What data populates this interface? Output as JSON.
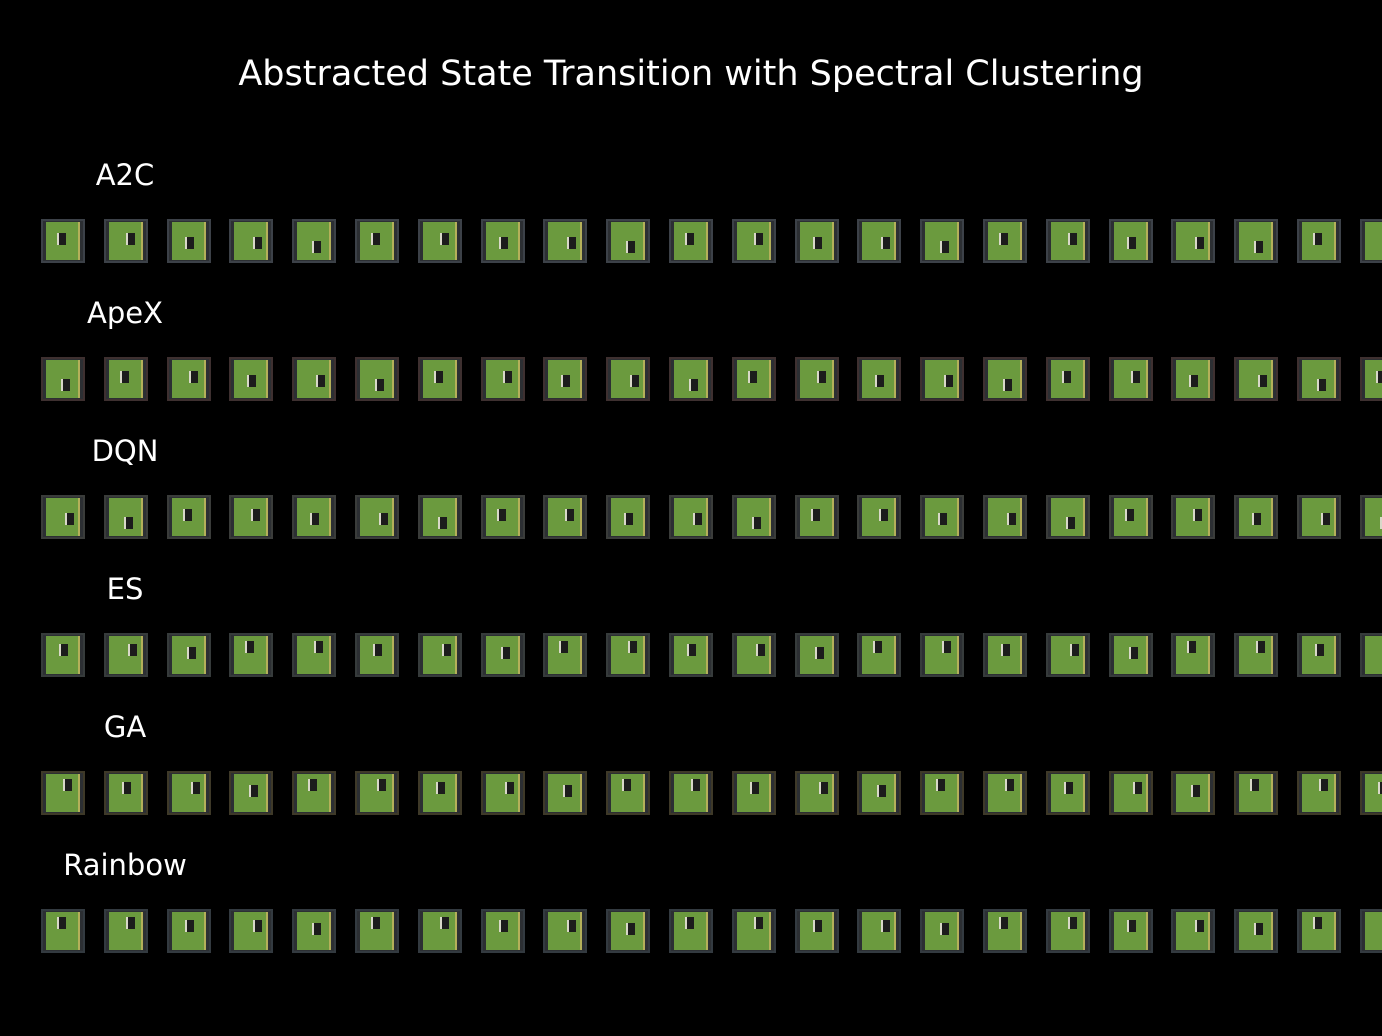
{
  "title": "Abstracted State Transition with Spectral Clustering",
  "rows": [
    {
      "label": "A2C",
      "frames": 22,
      "border_color": "#3c4148"
    },
    {
      "label": "ApeX",
      "frames": 22,
      "border_color": "#3e3030"
    },
    {
      "label": "DQN",
      "frames": 22,
      "border_color": "#3a3c3a"
    },
    {
      "label": "ES",
      "frames": 22,
      "border_color": "#363b3b"
    },
    {
      "label": "GA",
      "frames": 22,
      "border_color": "#3e3928"
    },
    {
      "label": "Rainbow",
      "frames": 22,
      "border_color": "#333a40"
    }
  ],
  "colors": {
    "background": "#000000",
    "field": "#6b9a3e",
    "edge": "#b4b05a",
    "text": "#ffffff"
  }
}
